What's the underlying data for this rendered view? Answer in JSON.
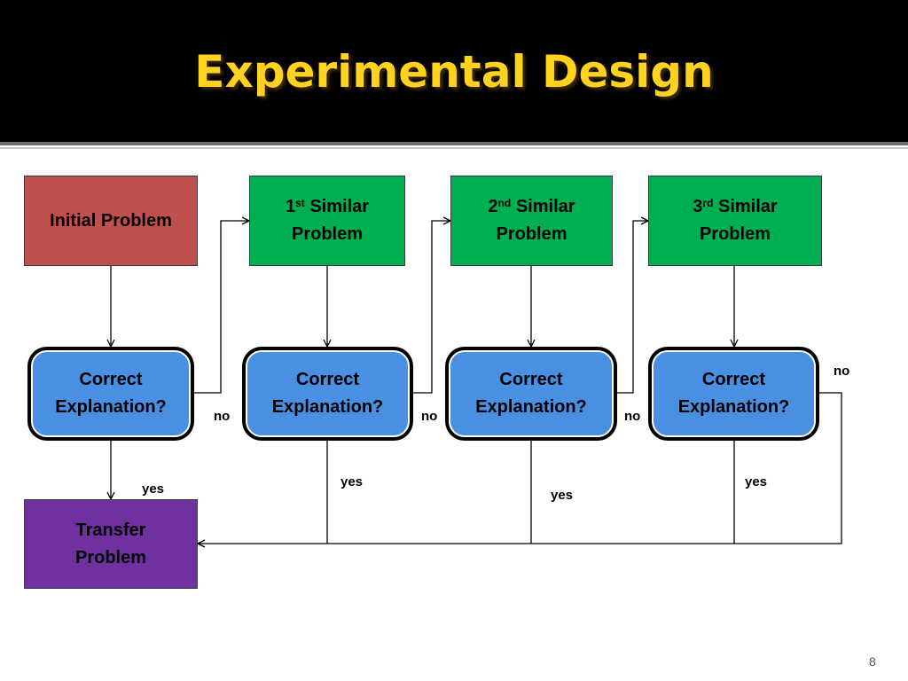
{
  "title": "Experimental Design",
  "page_number": "8",
  "colors": {
    "title_bar": "#000000",
    "title_text": "#FFD21F",
    "initial": "#C0504D",
    "similar": "#00B050",
    "decision": "#4A90E2",
    "transfer": "#7030A0"
  },
  "nodes": {
    "initial": "Initial Problem",
    "similar": [
      {
        "num": "1",
        "sup": "st",
        "word": "Similar",
        "line2": "Problem"
      },
      {
        "num": "2",
        "sup": "nd",
        "word": "Similar",
        "line2": "Problem"
      },
      {
        "num": "3",
        "sup": "rd",
        "word": "Similar",
        "line2": "Problem"
      }
    ],
    "decisions": [
      {
        "line1": "Correct",
        "line2": "Explanation?"
      },
      {
        "line1": "Correct",
        "line2": "Explanation?"
      },
      {
        "line1": "Correct",
        "line2": "Explanation?"
      },
      {
        "line1": "Correct",
        "line2": "Explanation?"
      }
    ],
    "transfer": {
      "line1": "Transfer",
      "line2": "Problem"
    }
  },
  "edge_labels": {
    "no": [
      "no",
      "no",
      "no",
      "no"
    ],
    "yes": [
      "yes",
      "yes",
      "yes",
      "yes"
    ]
  }
}
